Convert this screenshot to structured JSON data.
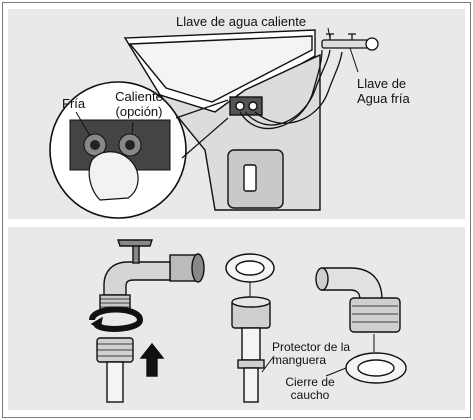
{
  "labels": {
    "hot_tap": "Llave de agua caliente",
    "cold_tap": "Llave de\nAgua fría",
    "fria": "Fría",
    "caliente": "Caliente\n(opción)",
    "protector": "Protector de la\nmanguera",
    "cierre": "Cierre de\ncaucho"
  }
}
